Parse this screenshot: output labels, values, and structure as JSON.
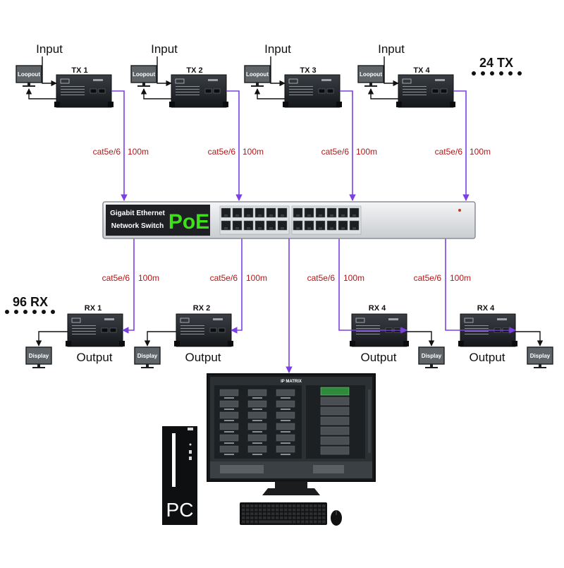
{
  "transmitters": [
    {
      "name": "TX 1",
      "input_label": "Input",
      "loopout_label": "Loopout",
      "cable": "cat5e/6",
      "distance": "100m"
    },
    {
      "name": "TX 2",
      "input_label": "Input",
      "loopout_label": "Loopout",
      "cable": "cat5e/6",
      "distance": "100m"
    },
    {
      "name": "TX 3",
      "input_label": "Input",
      "loopout_label": "Loopout",
      "cable": "cat5e/6",
      "distance": "100m"
    },
    {
      "name": "TX 4",
      "input_label": "Input",
      "loopout_label": "Loopout",
      "cable": "cat5e/6",
      "distance": "100m"
    }
  ],
  "tx_count": "24 TX",
  "rx_count": "96 RX",
  "switch": {
    "line1": "Gigabit Ethernet",
    "line2": "Network Switch",
    "badge": "PoE",
    "port_count": 24
  },
  "receivers": [
    {
      "name": "RX 1",
      "output_label": "Output",
      "display_label": "Display",
      "cable": "cat5e/6",
      "distance": "100m"
    },
    {
      "name": "RX 2",
      "output_label": "Output",
      "display_label": "Display",
      "cable": "cat5e/6",
      "distance": "100m"
    },
    {
      "name": "RX 4",
      "output_label": "Output",
      "display_label": "Display",
      "cable": "cat5e/6",
      "distance": "100m"
    },
    {
      "name": "RX 4",
      "output_label": "Output",
      "display_label": "Display",
      "cable": "cat5e/6",
      "distance": "100m"
    }
  ],
  "software": {
    "title": "IP MATRIX"
  },
  "pc_label": "PC",
  "colors": {
    "link": "#7b3fe4",
    "cable_text": "#b01818",
    "poe_text": "#3ee01a",
    "device_body": "#1f2226",
    "screen_bg": "#2b3033",
    "selected_tile": "#2e8b3c"
  }
}
